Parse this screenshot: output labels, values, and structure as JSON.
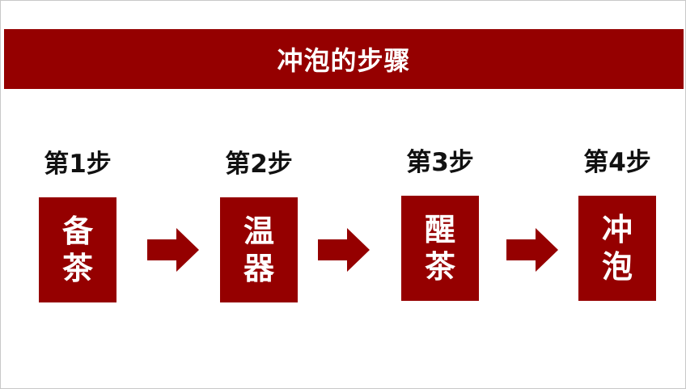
{
  "title": "冲泡的步骤",
  "steps": [
    {
      "label": "第1步",
      "text": "备茶"
    },
    {
      "label": "第2步",
      "text": "温器"
    },
    {
      "label": "第3步",
      "text": "醒茶"
    },
    {
      "label": "第4步",
      "text": "冲泡"
    }
  ],
  "colors": {
    "accent": "#950000",
    "text": "#111111",
    "background": "#ffffff"
  }
}
